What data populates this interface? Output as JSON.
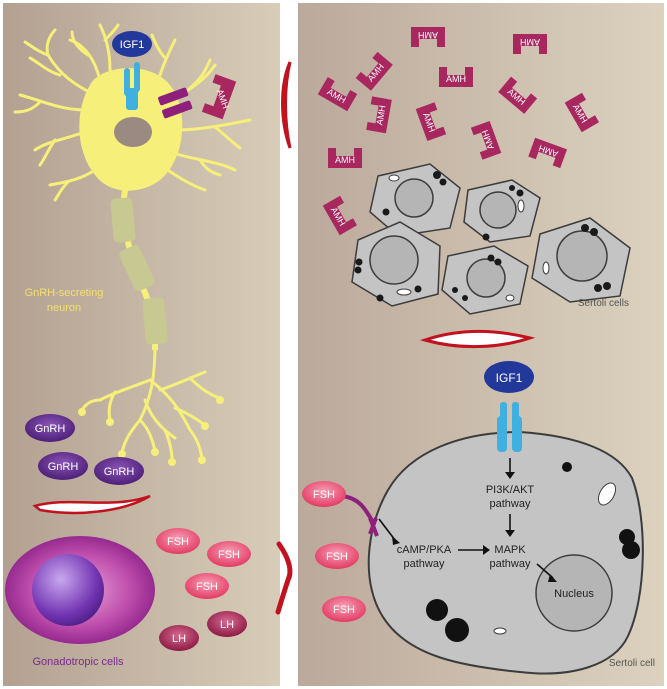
{
  "colors": {
    "panel_left": "#c8b9a8",
    "panel_right": "#cdbfae",
    "neuron": "#f6f07a",
    "myelin": "#c7c892",
    "igf1": "#22389a",
    "receptor": "#3fb0df",
    "amh": "#a8275e",
    "gnrh": "#5b2a86",
    "fsh": "#e23a63",
    "lh": "#9b1e4b",
    "arrow_red": "#c1121f",
    "sertoli_fill": "#c4c4c4",
    "gonado_text": "#7a2a8c",
    "neuron_text": "#f3e06b"
  },
  "left": {
    "igf1": "IGF1",
    "amh_label": "AMH",
    "neuron_label_line1": "GnRH-secreting",
    "neuron_label_line2": "neuron",
    "gnrh": [
      "GnRH",
      "GnRH",
      "GnRH"
    ],
    "fsh": [
      "FSH",
      "FSH",
      "FSH"
    ],
    "lh": [
      "LH",
      "LH"
    ],
    "gonado_label": "Gonadotropic cells"
  },
  "right": {
    "amh": [
      "AMH",
      "AMH",
      "AMH",
      "AMH",
      "AMH",
      "AMH",
      "AMH",
      "AMH",
      "AMH",
      "AMH",
      "AMH",
      "AMH"
    ],
    "sertoli_cells_label": "Sertoli cells",
    "igf1": "IGF1",
    "fsh": [
      "FSH",
      "FSH",
      "FSH"
    ],
    "pi3k_line1": "PI3K/AKT",
    "pi3k_line2": "pathway",
    "camp_line1": "cAMP/PKA",
    "camp_line2": "pathway",
    "mapk_line1": "MAPK",
    "mapk_line2": "pathway",
    "nucleus": "Nucleus",
    "sertoli_cell_label": "Sertoli cell"
  }
}
